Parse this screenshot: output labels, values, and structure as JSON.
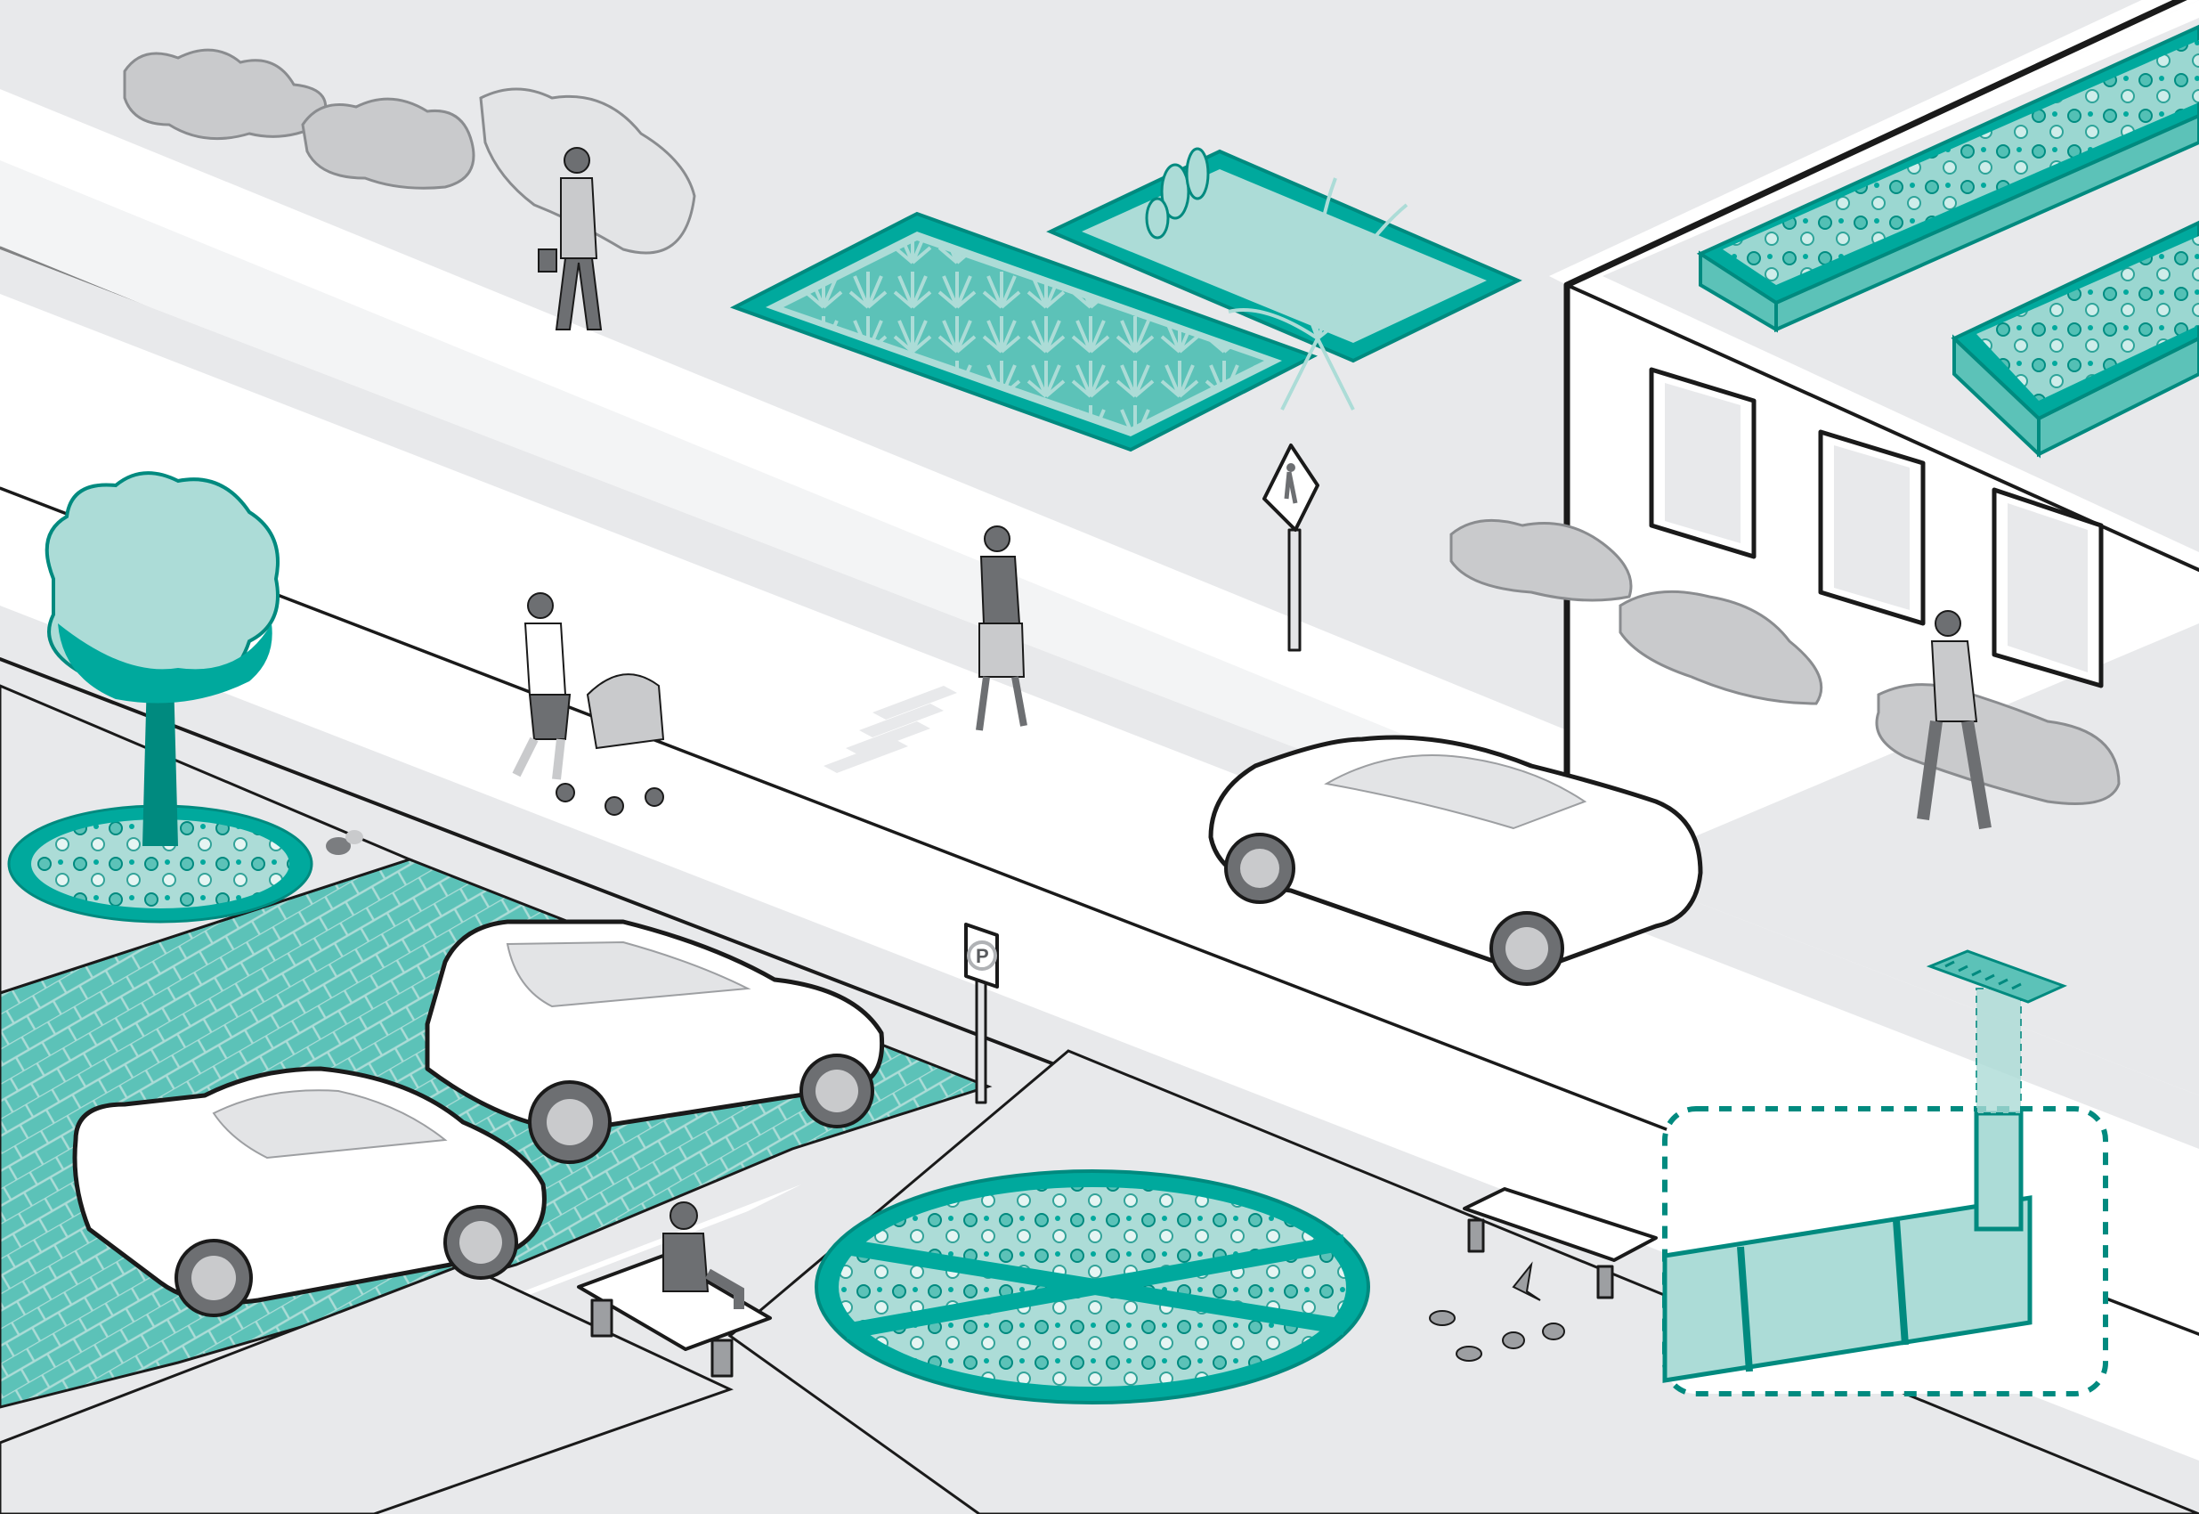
{
  "scene": {
    "title": "Green stormwater infrastructure streetscape",
    "colors": {
      "background": "#e8e9eb",
      "sidewalk": "#ffffff",
      "teal_dark": "#00a99d",
      "teal_mid": "#5cc2b8",
      "teal_light": "#acdcd7",
      "teal_line": "#008a7f",
      "ink": "#1a1a1a",
      "gray_person": "#9d9fa2"
    }
  },
  "signs": {
    "parking": {
      "label": "P"
    },
    "crosswalk": {
      "label": "pedestrian-crossing"
    }
  },
  "elements": [
    {
      "name": "rooftop-green-planter-1"
    },
    {
      "name": "rooftop-green-planter-2"
    },
    {
      "name": "building"
    },
    {
      "name": "stormwater-planter-left"
    },
    {
      "name": "stormwater-planter-right"
    },
    {
      "name": "street-tree-with-groundcover"
    },
    {
      "name": "permeable-paver-parking-lot"
    },
    {
      "name": "parked-suv"
    },
    {
      "name": "parked-sedan"
    },
    {
      "name": "moving-car-on-road"
    },
    {
      "name": "circular-bioretention-garden"
    },
    {
      "name": "underground-pipe-cutaway"
    },
    {
      "name": "storm-drain-grate"
    },
    {
      "name": "bench-left"
    },
    {
      "name": "bench-right"
    },
    {
      "name": "pigeons"
    },
    {
      "name": "squirrel"
    }
  ],
  "people": [
    {
      "name": "woman-walking-with-bag"
    },
    {
      "name": "woman-walking-crosswalk"
    },
    {
      "name": "woman-with-stroller"
    },
    {
      "name": "man-walking-by-building"
    },
    {
      "name": "man-sitting-on-bench"
    }
  ]
}
